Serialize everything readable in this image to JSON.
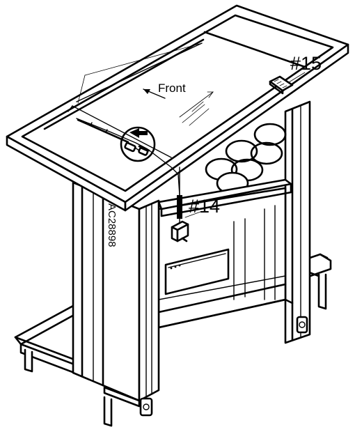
{
  "diagram": {
    "callouts": {
      "part_15": "#15",
      "part_14": "#14"
    },
    "direction_label": "Front",
    "model_number": "AC28898",
    "line_color": "#000000",
    "background_color": "#ffffff"
  }
}
